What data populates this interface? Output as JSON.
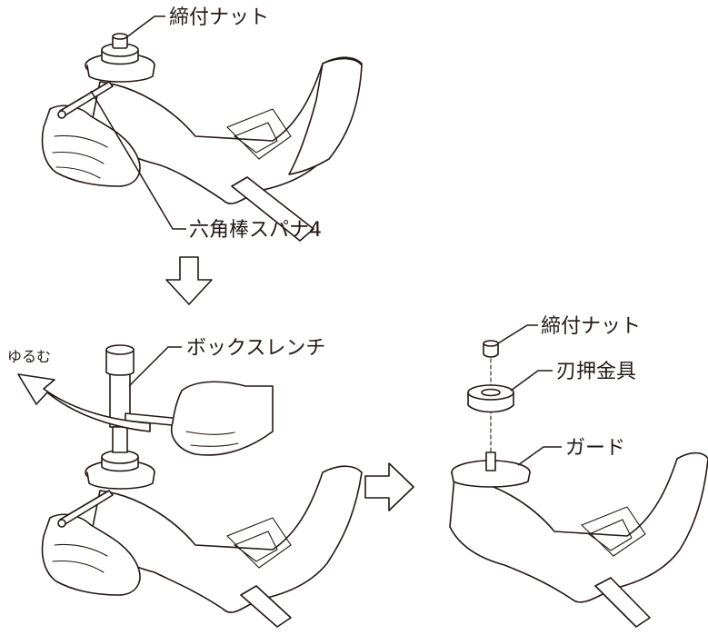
{
  "labels": {
    "top_nut": "締付ナット",
    "hex_wrench": "六角棒スパナ4",
    "box_wrench": "ボックスレンチ",
    "loosen": "ゆるむ",
    "right_nut": "締付ナット",
    "blade_holder": "刃押金具",
    "guard": "ガード"
  },
  "icons": {
    "down_arrow": "hollow-down-arrow-icon",
    "right_arrow": "hollow-right-arrow-icon",
    "rotate_arrow": "curved-loosen-arrow-icon"
  },
  "colors": {
    "ink": "#231815",
    "paper": "#ffffff"
  }
}
